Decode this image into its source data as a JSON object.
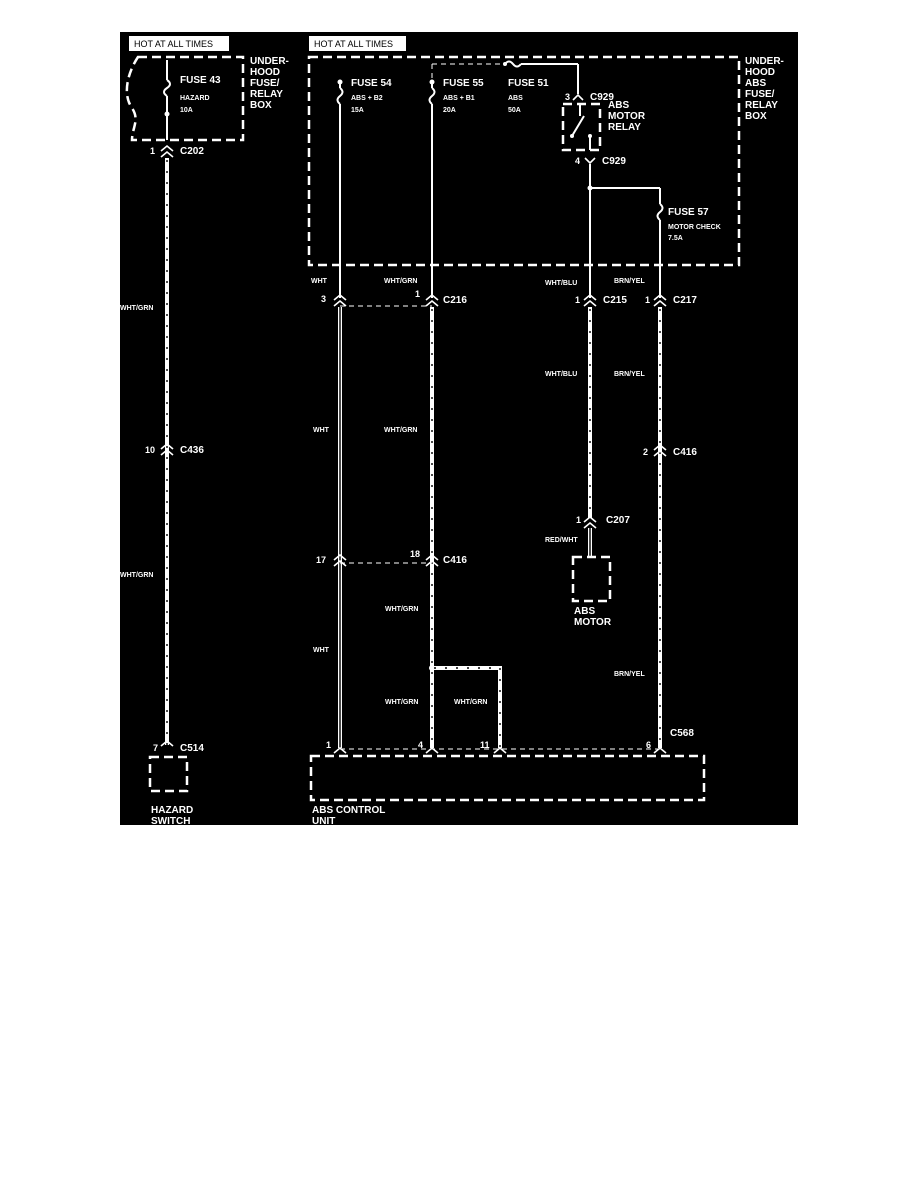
{
  "headers": {
    "left": "HOT AT ALL TIMES",
    "right": "HOT AT ALL TIMES"
  },
  "boxes": {
    "underhood_fuse_relay": [
      "UNDER-",
      "HOOD",
      "FUSE/",
      "RELAY",
      "BOX"
    ],
    "underhood_abs_fuse_relay": [
      "UNDER-",
      "HOOD",
      "ABS",
      "FUSE/",
      "RELAY",
      "BOX"
    ],
    "abs_motor_relay": [
      "ABS",
      "MOTOR",
      "RELAY"
    ],
    "abs_motor": [
      "ABS",
      "MOTOR"
    ],
    "hazard_switch": [
      "HAZARD",
      "SWITCH"
    ],
    "abs_control_unit": [
      "ABS CONTROL",
      "UNIT"
    ]
  },
  "fuses": {
    "f43": {
      "name": "FUSE 43",
      "circuit": "HAZARD",
      "rating": "10A"
    },
    "f54": {
      "name": "FUSE 54",
      "circuit": "ABS + B2",
      "rating": "15A"
    },
    "f55": {
      "name": "FUSE 55",
      "circuit": "ABS + B1",
      "rating": "20A"
    },
    "f51": {
      "name": "FUSE 51",
      "circuit": "ABS",
      "rating": "50A"
    },
    "f57": {
      "name": "FUSE 57",
      "circuit": "MOTOR CHECK",
      "rating": "7.5A"
    }
  },
  "connectors": {
    "c202": {
      "name": "C202",
      "pin": "1"
    },
    "c436": {
      "name": "C436",
      "pin": "10"
    },
    "c514": {
      "name": "C514",
      "pin": "7"
    },
    "c929_top": {
      "name": "C929",
      "pin": "3"
    },
    "c929_bot": {
      "name": "C929",
      "pin": "4"
    },
    "c216": {
      "name": "C216",
      "pin_a": "3",
      "pin_b": "1"
    },
    "c215": {
      "name": "C215",
      "pin": "1"
    },
    "c217": {
      "name": "C217",
      "pin": "1"
    },
    "c416_mid": {
      "name": "C416",
      "pin": "2"
    },
    "c207": {
      "name": "C207",
      "pin": "1"
    },
    "c416_low": {
      "name": "C416",
      "pin_a": "17",
      "pin_b": "18"
    },
    "c568": {
      "name": "C568"
    },
    "abs_pins": [
      "1",
      "4",
      "11",
      "6"
    ]
  },
  "wires": {
    "hazard_upper": "WHT/GRN",
    "hazard_lower": "WHT/GRN",
    "wht_top": "WHT",
    "wht_mid": "WHT",
    "wht_low": "WHT",
    "whtgrn_top": "WHT/GRN",
    "whtgrn_mid": "WHT/GRN",
    "whtgrn_low1": "WHT/GRN",
    "whtgrn_low2": "WHT/GRN",
    "whtgrn_branch": "WHT/GRN",
    "whtblu_top": "WHT/BLU",
    "whtblu_mid": "WHT/BLU",
    "redwht": "RED/WHT",
    "brnyel_top": "BRN/YEL",
    "brnyel_mid": "BRN/YEL",
    "brnyel_low": "BRN/YEL"
  },
  "colors": {
    "background": "#000000",
    "foreground": "#ffffff"
  }
}
